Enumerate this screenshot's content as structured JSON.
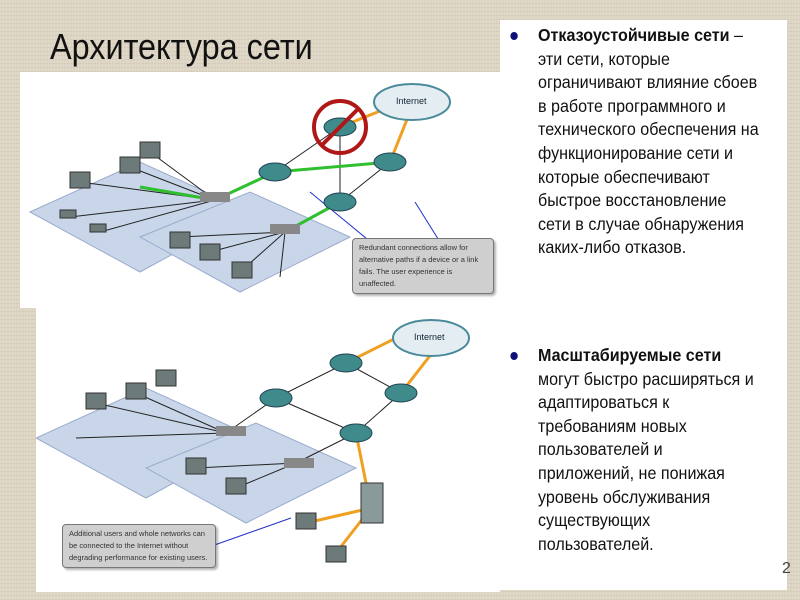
{
  "slide": {
    "title": "Архитектура сети",
    "page_number": "2"
  },
  "diagram_top": {
    "cloud_label": "Internet",
    "callout": "Redundant connections allow for alternative paths if a device or a link fails. The user experience is unaffected."
  },
  "diagram_bottom": {
    "cloud_label": "Internet",
    "callout": "Additional users and whole networks can be connected to the Internet without degrading performance for existing users."
  },
  "bullets": [
    {
      "heading": "Отказоустойчивые сети",
      "text": " – эти сети, которые ограничивают влияние сбоев в работе программного и технического обеспечения  на функционирование сети и которые обеспечивают быстрое восстановление сети в случае обнаружения каких-либо отказов."
    },
    {
      "heading": "Масштабируемые сети",
      "text": " могут быстро расширяться и адаптироваться к требованиям новых пользователей и приложений, не понижая уровень обслуживания существующих пользователей."
    }
  ]
}
